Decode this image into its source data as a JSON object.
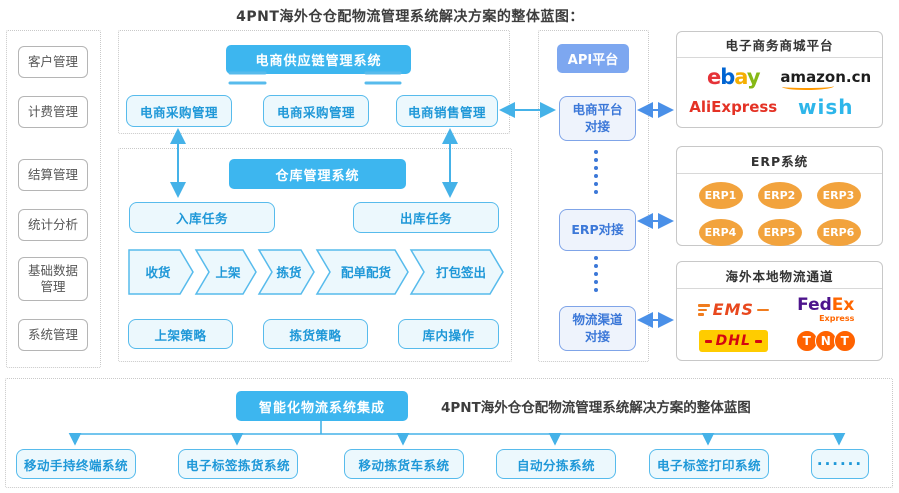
{
  "title": "4PNT海外仓仓配物流管理系统解决方案的整体蓝图：",
  "left_panel": {
    "items": [
      "客户管理",
      "计费管理",
      "结算管理",
      "统计分析",
      "基础数据\n管理",
      "系统管理"
    ]
  },
  "supply_chain": {
    "header": "电商供应链管理系统",
    "boxes": [
      "电商采购管理",
      "电商采购管理",
      "电商销售管理"
    ]
  },
  "warehouse": {
    "header": "仓库管理系统",
    "inbound": "入库任务",
    "outbound": "出库任务",
    "flow": [
      "收货",
      "上架",
      "拣货",
      "配单配货",
      "打包签出"
    ],
    "strategies": [
      "上架策略",
      "拣货策略",
      "库内操作"
    ]
  },
  "api_platform": {
    "header": "API平台",
    "boxes": [
      "电商平台\n对接",
      "ERP对接",
      "物流渠道\n对接"
    ]
  },
  "ecommerce_malls": {
    "header": "电子商务商城平台",
    "ebay_letters": [
      "e",
      "b",
      "a",
      "y"
    ],
    "amazon": "amazon.cn",
    "aliexpress": "AliExpress",
    "wish": "wish"
  },
  "erp_systems": {
    "header": "ERP系统",
    "items": [
      "ERP1",
      "ERP2",
      "ERP3",
      "ERP4",
      "ERP5",
      "ERP6"
    ]
  },
  "logistics_channels": {
    "header": "海外本地物流通道",
    "ems": "EMS",
    "fedex_fed": "Fed",
    "fedex_ex": "Ex",
    "fedex_express": "Express",
    "dhl": "DHL",
    "tnt_letters": [
      "T",
      "N",
      "T"
    ]
  },
  "bottom_panel": {
    "header": "智能化物流系统集成",
    "label": "4PNT海外仓仓配物流管理系统解决方案的整体蓝图",
    "boxes": [
      "移动手持终端系统",
      "电子标签拣货系统",
      "移动拣货车系统",
      "自动分拣系统",
      "电子标签打印系统",
      "······"
    ]
  },
  "colors": {
    "header_blue": "#3db6ef",
    "api_header_blue": "#7da7f0",
    "box_border_blue": "#57bbec",
    "box_text_blue": "#1f98d8",
    "api_border_blue": "#7fa4e8",
    "arrow_cyan": "#45b2e8",
    "arrow_blue": "#4a90e8",
    "erp_orange": "#f2a33d"
  }
}
